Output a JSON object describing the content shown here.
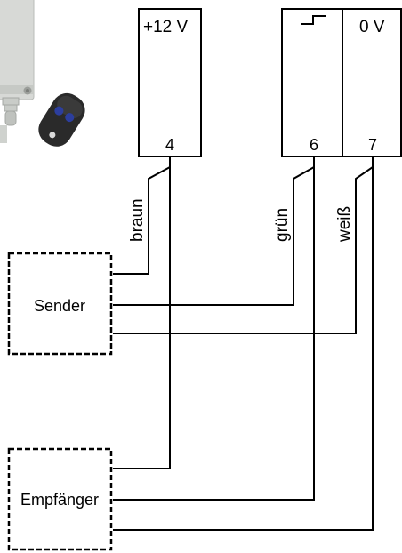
{
  "terminals": {
    "t12v": {
      "label": "+12 V",
      "number": "4"
    },
    "tsig": {
      "number": "6"
    },
    "t0v": {
      "label": "0 V",
      "number": "7"
    }
  },
  "wires": {
    "brown": "braun",
    "green": "grün",
    "white": "weiß"
  },
  "devices": {
    "sender": "Sender",
    "receiver": "Empfänger"
  },
  "icons": {
    "signal": "pulse-step-icon",
    "photo": "remote-transmitter-photo"
  },
  "colors": {
    "line": "#000000",
    "background": "#ffffff",
    "housing": "#d7d9d6",
    "fob": "#2a2a2a",
    "fob_buttons": "#2c3e9e"
  }
}
